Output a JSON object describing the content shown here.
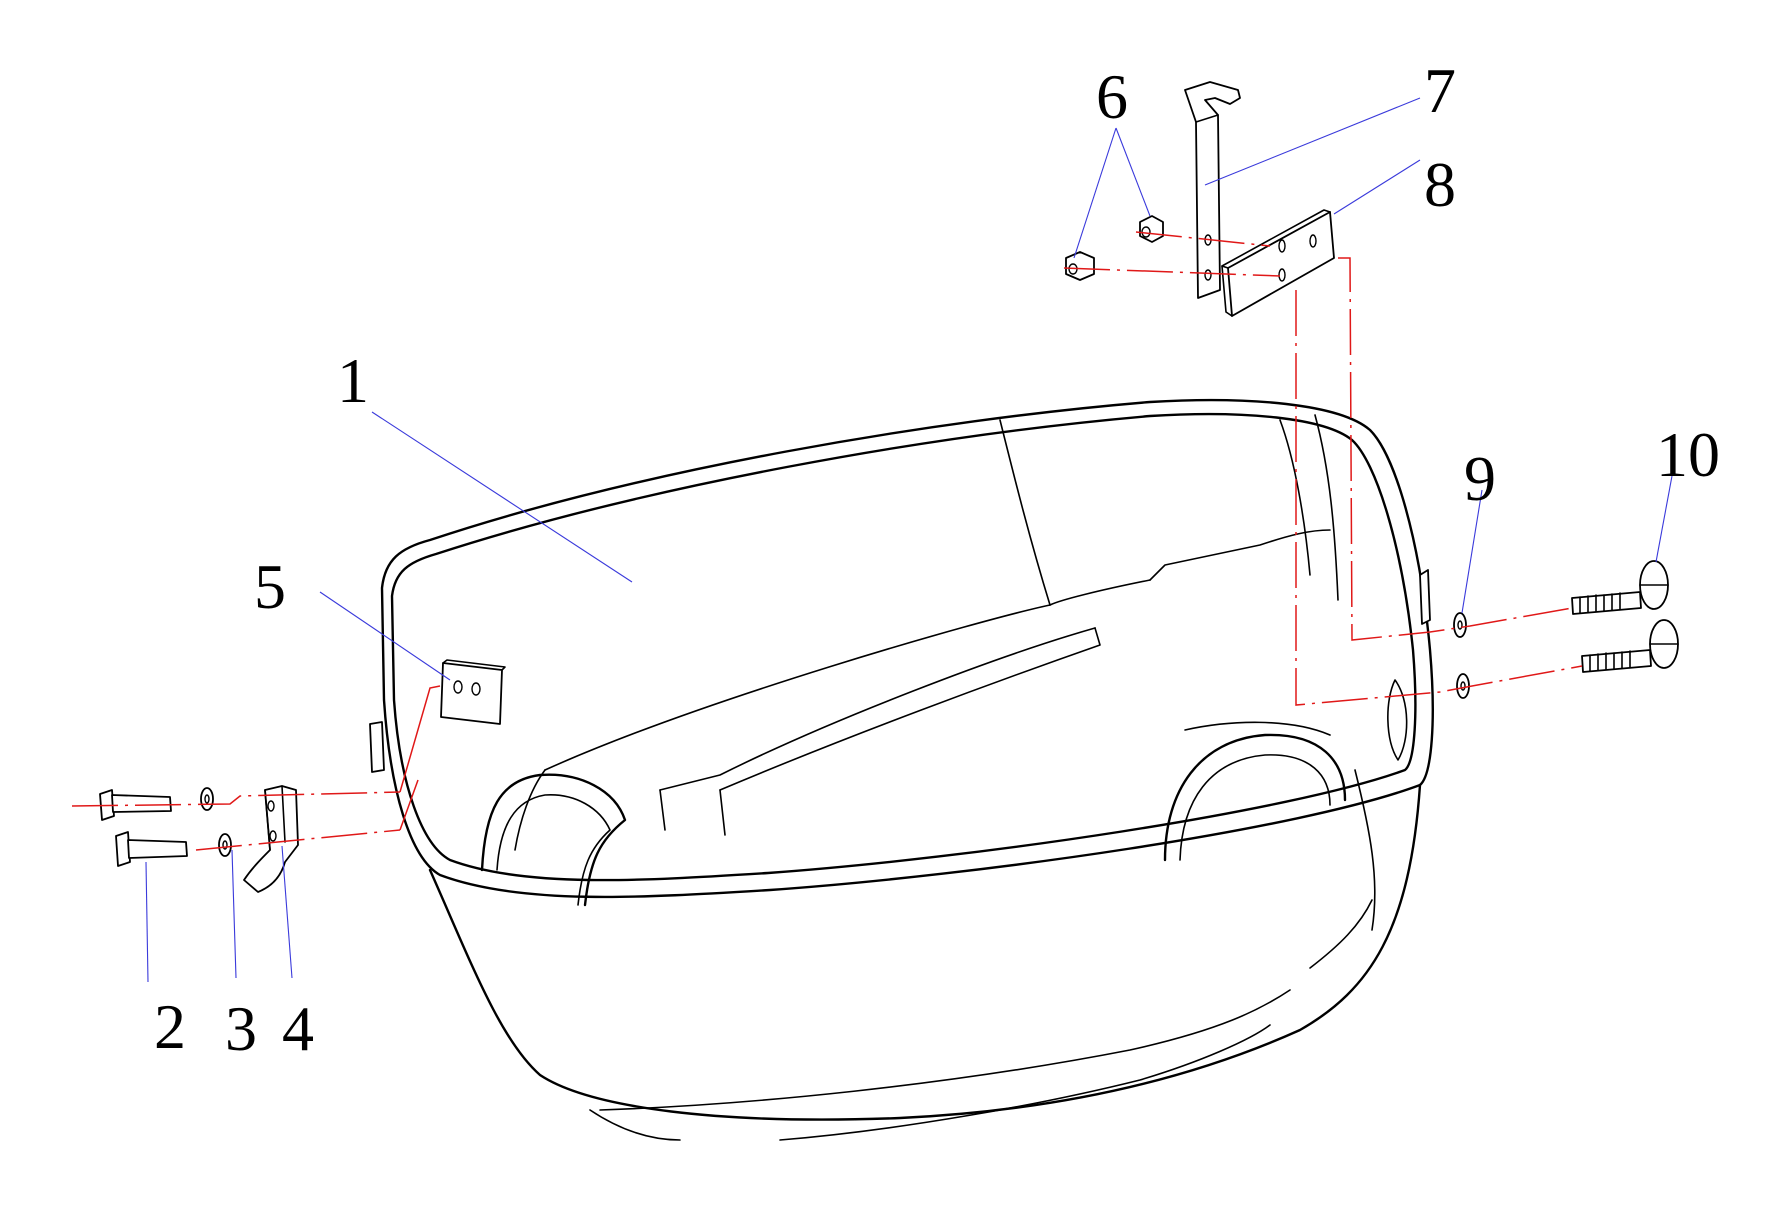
{
  "callouts": [
    {
      "id": "1",
      "text": "1"
    },
    {
      "id": "2",
      "text": "2"
    },
    {
      "id": "3",
      "text": "3"
    },
    {
      "id": "4",
      "text": "4"
    },
    {
      "id": "5",
      "text": "5"
    },
    {
      "id": "6",
      "text": "6"
    },
    {
      "id": "7",
      "text": "7"
    },
    {
      "id": "8",
      "text": "8"
    },
    {
      "id": "9",
      "text": "9"
    },
    {
      "id": "10",
      "text": "10"
    }
  ],
  "colors": {
    "line": "#000000",
    "leader": "#3a3adb",
    "axis": "#e01818",
    "background": "#ffffff"
  }
}
